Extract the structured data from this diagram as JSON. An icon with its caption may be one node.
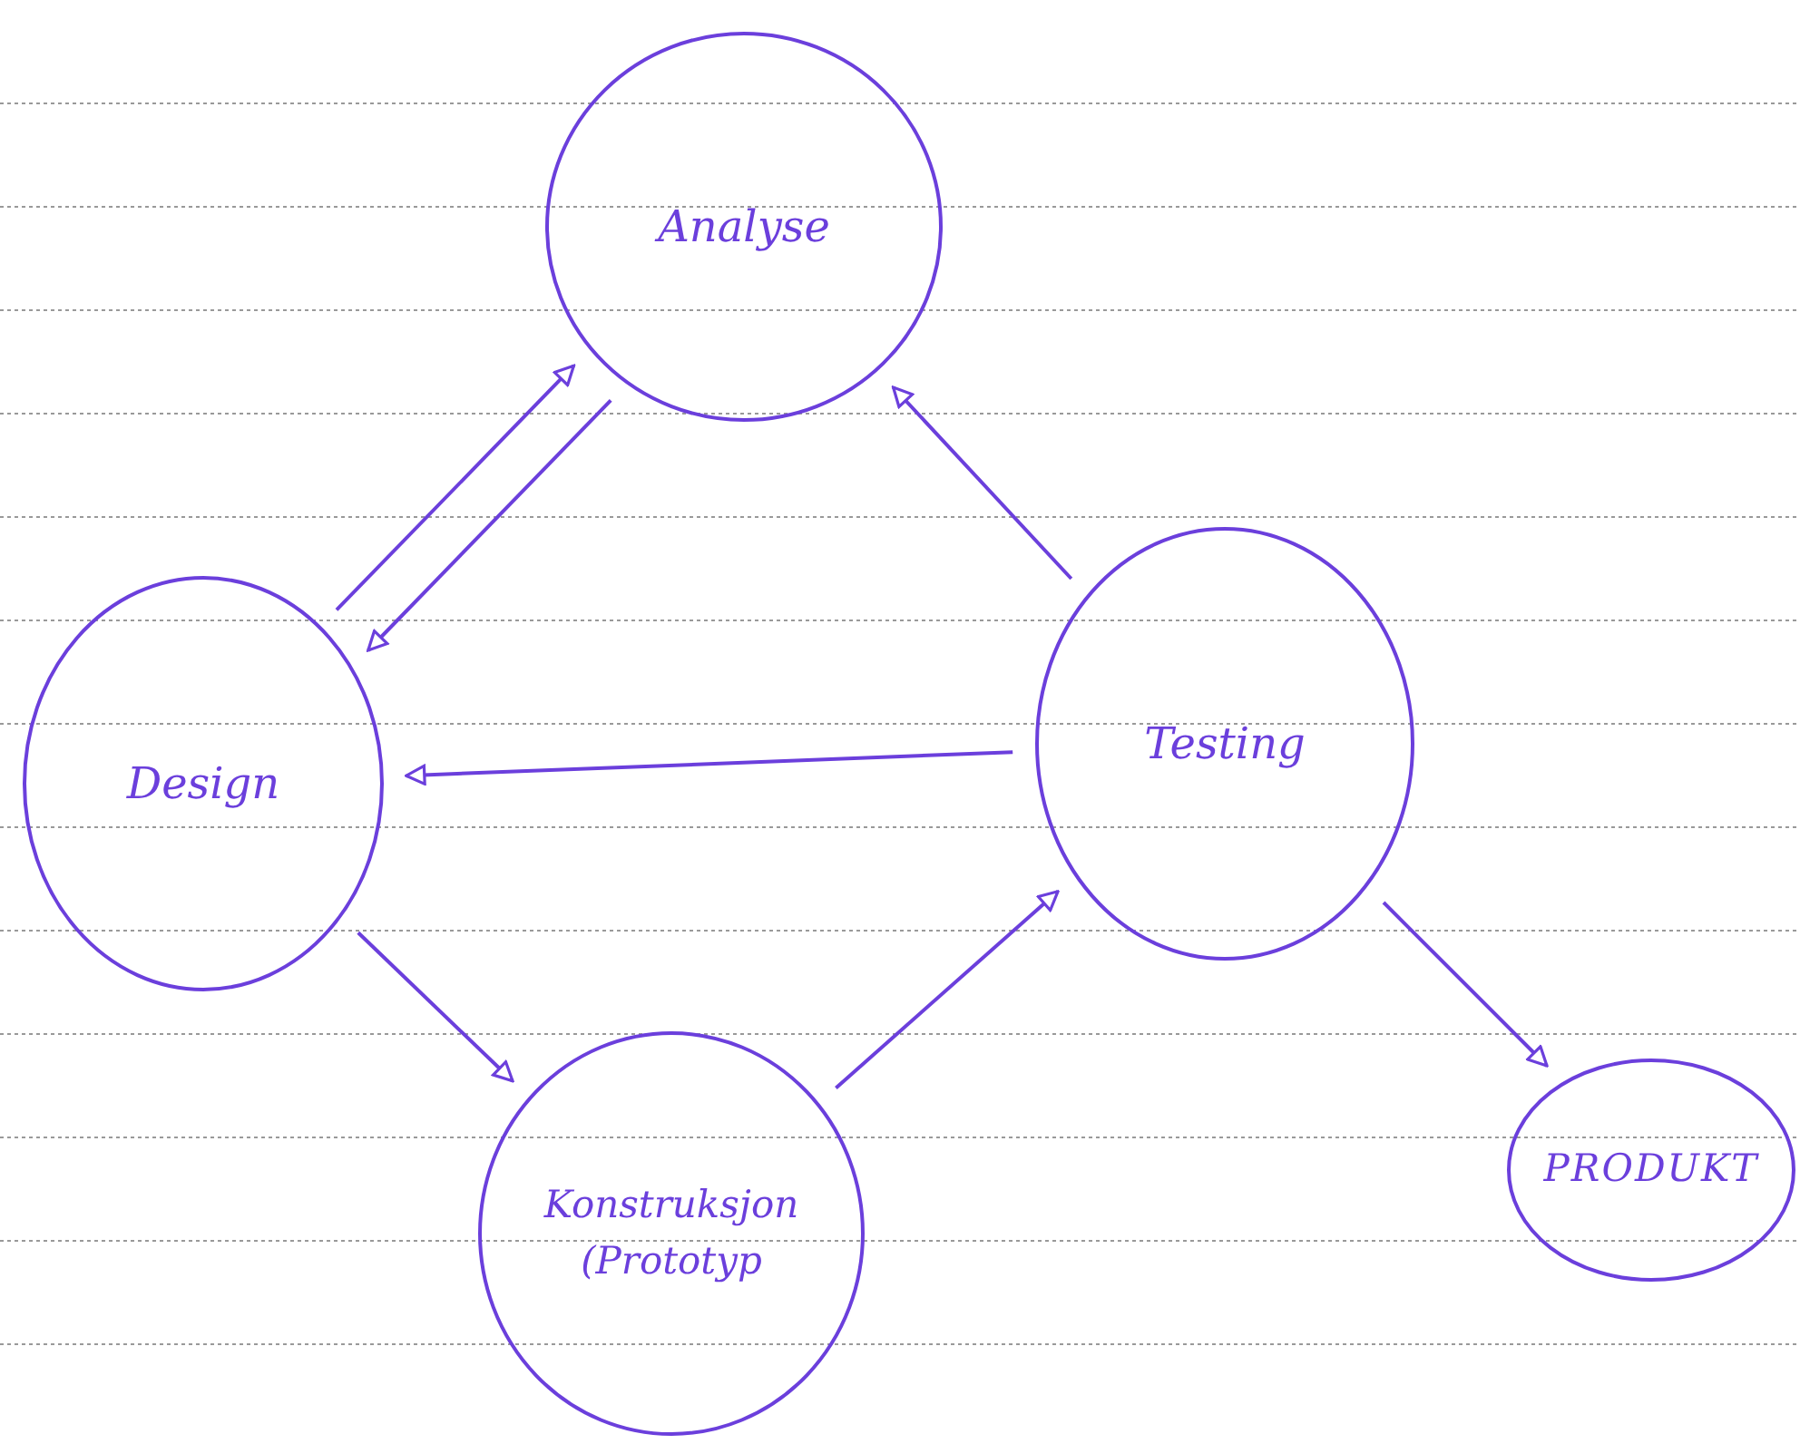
{
  "diagram": {
    "nodes": [
      {
        "text": [
          "Analyse"
        ]
      },
      {
        "text": [
          "Design"
        ]
      },
      {
        "text": [
          "Testing"
        ]
      },
      {
        "text": [
          "Konstruksjon (Prototyp"
        ]
      },
      {
        "text": [
          "PRODUKT"
        ]
      }
    ],
    "edges": [
      {
        "from": 0,
        "to": 1,
        "arrow": "to"
      },
      {
        "from": 1,
        "to": 0,
        "arrow": "to"
      },
      {
        "from": 2,
        "to": 0,
        "arrow": "to"
      },
      {
        "from": 2,
        "to": 1,
        "arrow": "to"
      },
      {
        "from": 1,
        "to": 3,
        "arrow": "to"
      },
      {
        "from": 3,
        "to": 2,
        "arrow": "to"
      },
      {
        "from": 2,
        "to": 4,
        "arrow": "to"
      }
    ]
  }
}
